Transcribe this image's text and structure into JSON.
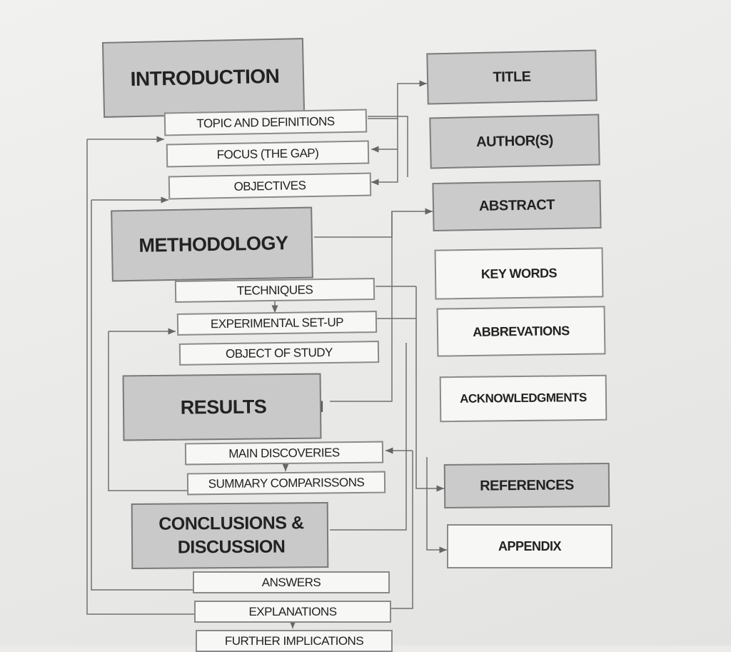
{
  "left_sections": {
    "introduction": "INTRODUCTION",
    "methodology": "METHODOLOGY",
    "results": "RESULTS",
    "conclusions": "CONCLUSIONS &\nDISCUSSION"
  },
  "introduction_items": [
    "TOPIC AND DEFINITIONS",
    "FOCUS (THE GAP)",
    "OBJECTIVES"
  ],
  "methodology_items": [
    "TECHNIQUES",
    "EXPERIMENTAL SET-UP",
    "OBJECT OF STUDY"
  ],
  "results_items": [
    "MAIN DISCOVERIES",
    "SUMMARY COMPARISSONS"
  ],
  "conclusions_items": [
    "ANSWERS",
    "EXPLANATIONS",
    "FURTHER IMPLICATIONS"
  ],
  "right_boxes": {
    "title": "TITLE",
    "authors": "AUTHOR(S)",
    "abstract": "ABSTRACT",
    "keywords": "KEY WORDS",
    "abbrevations": "ABBREVATIONS",
    "acknowledgments": "ACKNOWLEDGMENTS",
    "references": "REFERENCES",
    "appendix": "APPENDIX"
  }
}
